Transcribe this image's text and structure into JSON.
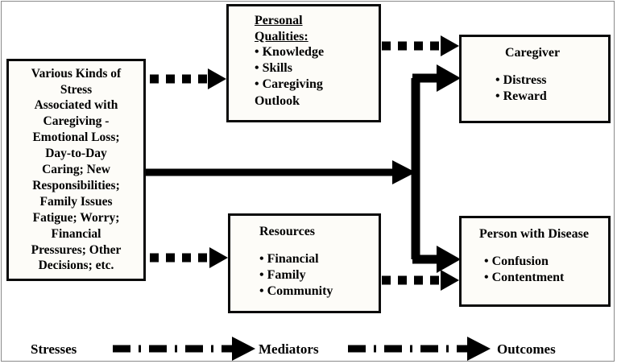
{
  "diagram": {
    "title": "Caregiving stress-mediator-outcome model",
    "colors": {
      "ink": "#000000",
      "box_fill": "#fdfcf8",
      "box_border": "#0a0a0a",
      "frame": "#8a8a8a"
    }
  },
  "boxes": {
    "stress": {
      "name": "Various Kinds of Stress",
      "text": "Various Kinds of\nStress\nAssociated with\nCaregiving -\nEmotional Loss;\nDay-to-Day\nCaring; New\nResponsibilities;\nFamily Issues\nFatigue; Worry;\nFinancial\nPressures; Other\nDecisions; etc."
    },
    "qualities": {
      "title": "Personal\nQualities:",
      "bullets": [
        "Knowledge",
        "Skills",
        "Caregiving\n Outlook"
      ]
    },
    "resources": {
      "title": "Resources",
      "bullets": [
        "Financial",
        "Family",
        "Community"
      ]
    },
    "caregiver": {
      "title": "Caregiver",
      "bullets": [
        "Distress",
        "Reward"
      ]
    },
    "person": {
      "title": "Person with Disease",
      "bullets": [
        "Confusion",
        "Contentment"
      ]
    }
  },
  "connectors": [
    {
      "id": "stress-to-qualities",
      "style": "dotted",
      "from": "stress",
      "to": "qualities"
    },
    {
      "id": "stress-to-resources",
      "style": "dotted",
      "from": "stress",
      "to": "resources"
    },
    {
      "id": "stress-to-trunk",
      "style": "solid-thick",
      "from": "stress",
      "to": "trunk"
    },
    {
      "id": "trunk-to-caregiver",
      "style": "solid-thick",
      "from": "trunk",
      "to": "caregiver"
    },
    {
      "id": "trunk-to-person",
      "style": "solid-thick",
      "from": "trunk",
      "to": "person"
    },
    {
      "id": "qualities-to-caregiver",
      "style": "dotted",
      "from": "qualities",
      "to": "caregiver"
    },
    {
      "id": "resources-to-person",
      "style": "dotted",
      "from": "resources",
      "to": "person"
    }
  ],
  "legend": {
    "stresses": "Stresses",
    "mediators": "Mediators",
    "outcomes": "Outcomes"
  }
}
